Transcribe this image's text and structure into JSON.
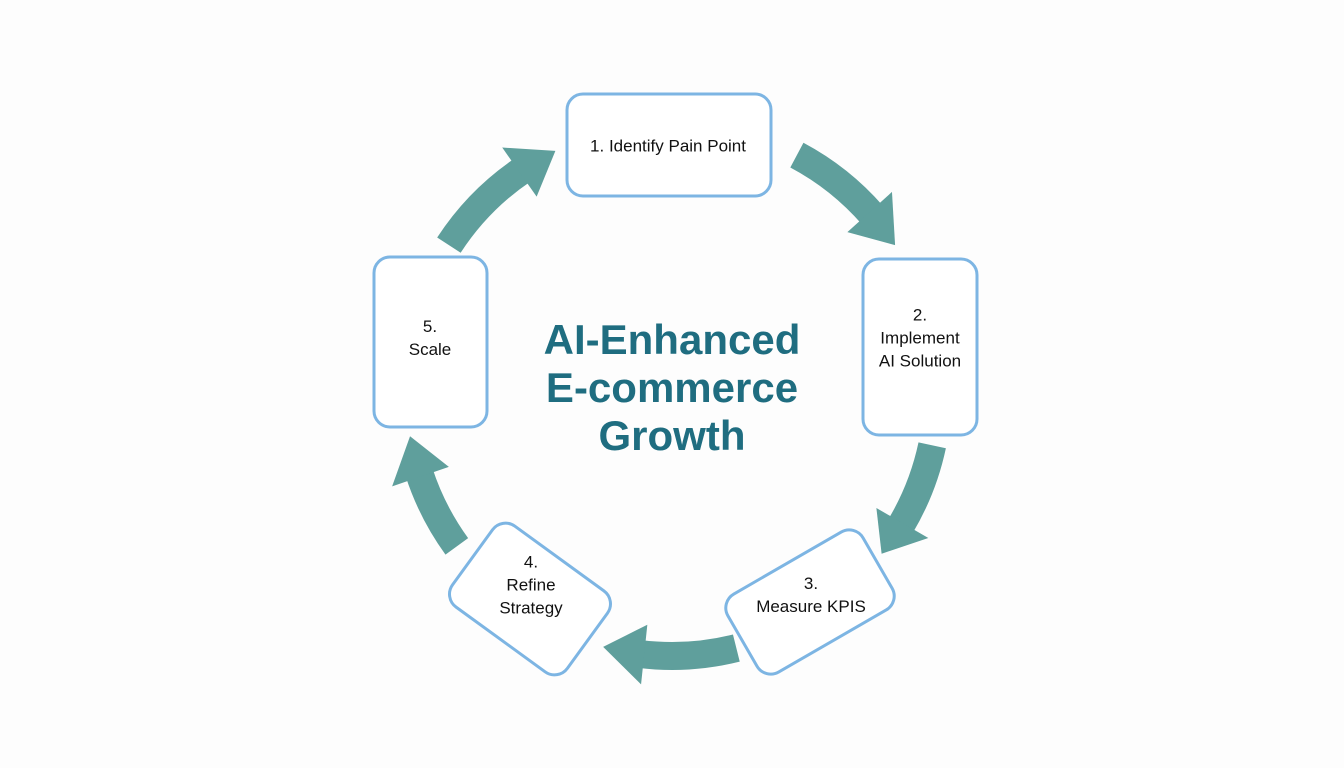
{
  "title": {
    "lines": [
      "AI-Enhanced",
      "E-commerce",
      "Growth"
    ]
  },
  "steps": [
    {
      "number": "1.",
      "label": "Identify Pain Point"
    },
    {
      "number": "2.",
      "label": "Implement",
      "label2": "AI Solution"
    },
    {
      "number": "3.",
      "label": "Measure KPIS"
    },
    {
      "number": "4.",
      "label": "Refine",
      "label2": "Strategy"
    },
    {
      "number": "5.",
      "label": "Scale"
    }
  ],
  "colors": {
    "arrow": "#5f9f9c",
    "box_stroke": "#7db5e3",
    "title": "#1f6d80"
  }
}
